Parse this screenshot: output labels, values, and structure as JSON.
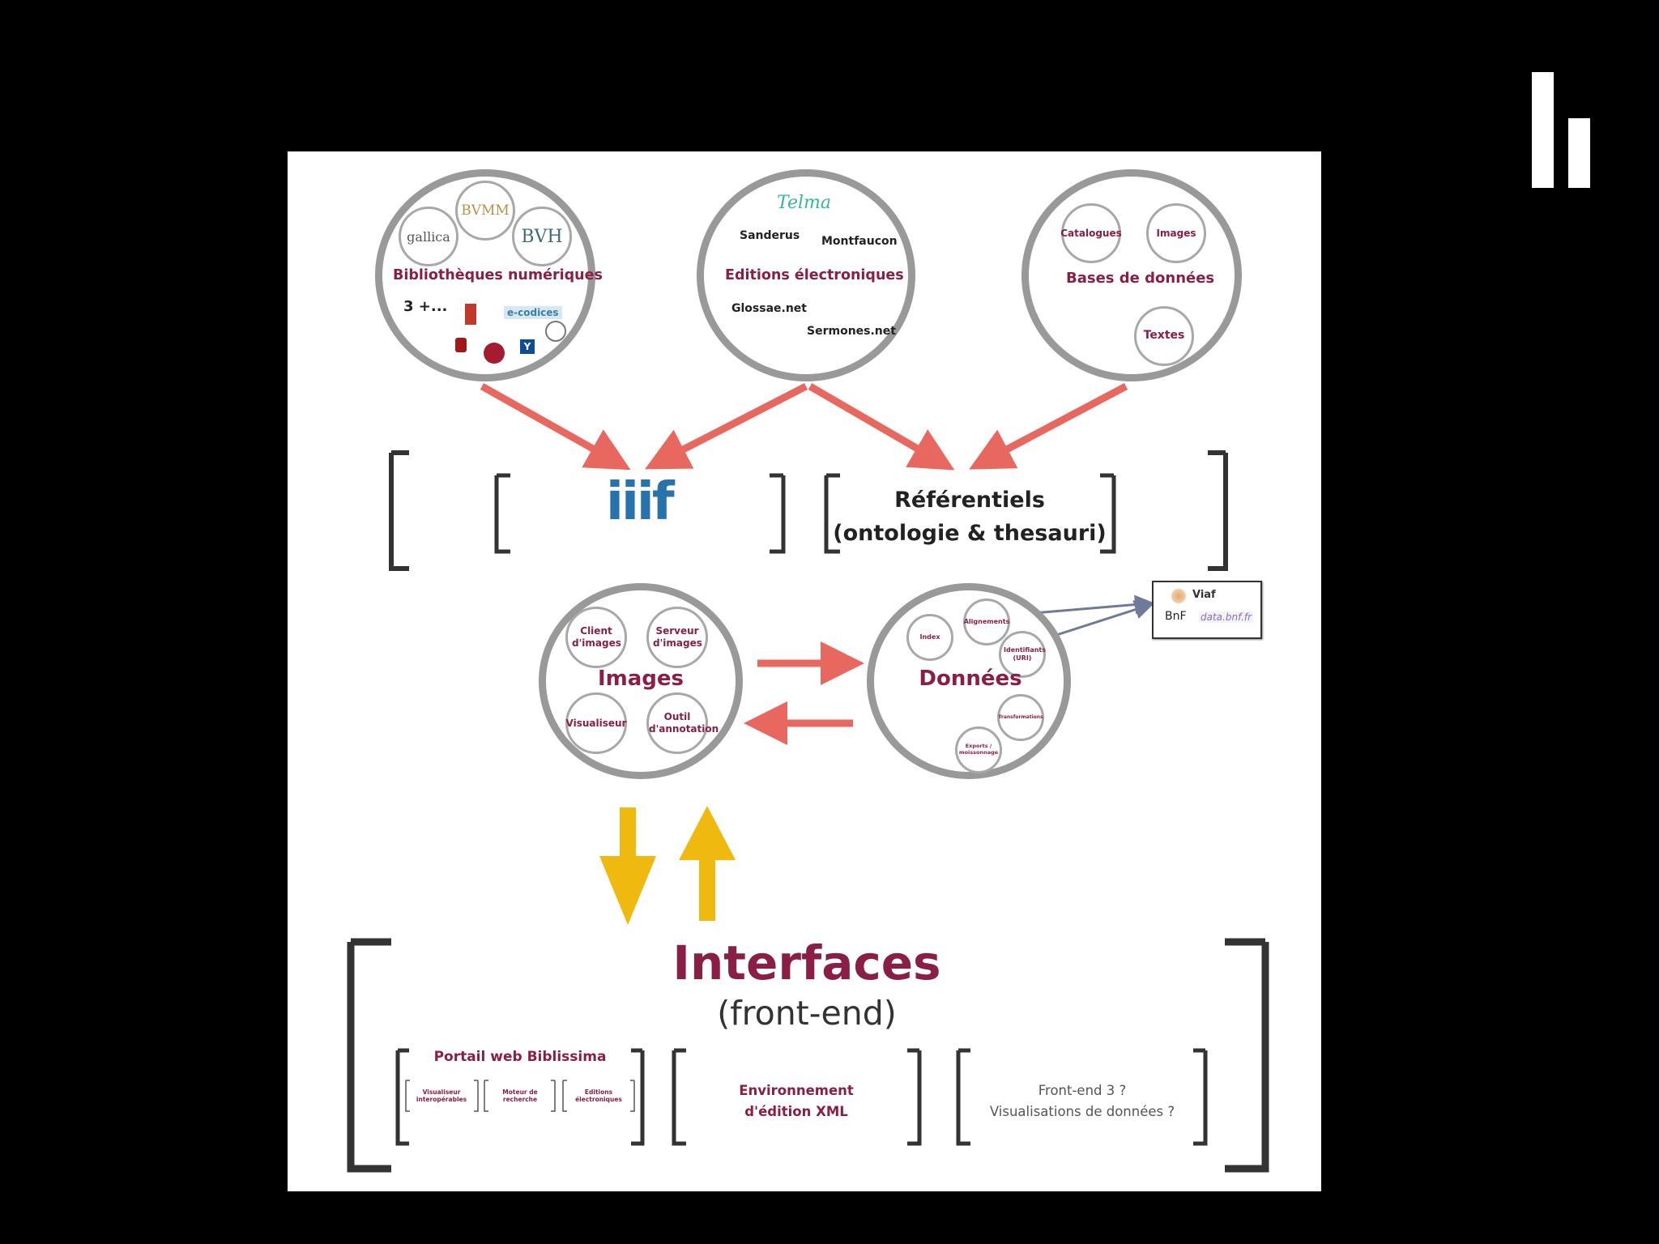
{
  "colors": {
    "background": "#000000",
    "maroon": "#8a1f45",
    "red_arrow": "#e8675f",
    "yellow_arrow": "#f0b90f",
    "circle_border": "#999999",
    "bracket": "#333333"
  },
  "top": {
    "bibliotheques": {
      "title": "Bibliothèques numériques",
      "more": "3 +...",
      "sub_logos": [
        "gallica",
        "BVMM",
        "BVH"
      ],
      "logo_badges": [
        "e-codices",
        "Y"
      ]
    },
    "editions": {
      "title": "Editions électroniques",
      "logo": "Telma",
      "items": [
        "Sanderus",
        "Montfaucon",
        "Glossae.net",
        "Sermones.net"
      ]
    },
    "bases": {
      "title": "Bases de données",
      "subs": [
        "Catalogues",
        "Images",
        "Textes"
      ]
    }
  },
  "middle": {
    "iiif_logo": "iiif",
    "referentiels_line1": "Référentiels",
    "referentiels_line2": "(ontologie & thesauri)"
  },
  "images_circle": {
    "title": "Images",
    "subs": [
      "Client d'images",
      "Serveur d'images",
      "Visualiseur",
      "Outil d'annotation"
    ]
  },
  "donnees_circle": {
    "title": "Données",
    "subs": [
      "Index",
      "Alignements",
      "Identifiants (URI)",
      "Transformations",
      "Exports / moissonnage"
    ]
  },
  "external": {
    "viaf": "Viaf",
    "bnf": "BnF",
    "databnf": "data.bnf.fr"
  },
  "interfaces": {
    "title": "Interfaces",
    "subtitle": "(front-end)",
    "portail": {
      "title": "Portail web Biblissima",
      "items": [
        "Visualiseur interopérables",
        "Moteur de recherche",
        "Editions électroniques"
      ]
    },
    "env_line1": "Environnement",
    "env_line2": "d'édition XML",
    "front3_line1": "Front-end 3 ?",
    "front3_line2": "Visualisations de données ?"
  }
}
